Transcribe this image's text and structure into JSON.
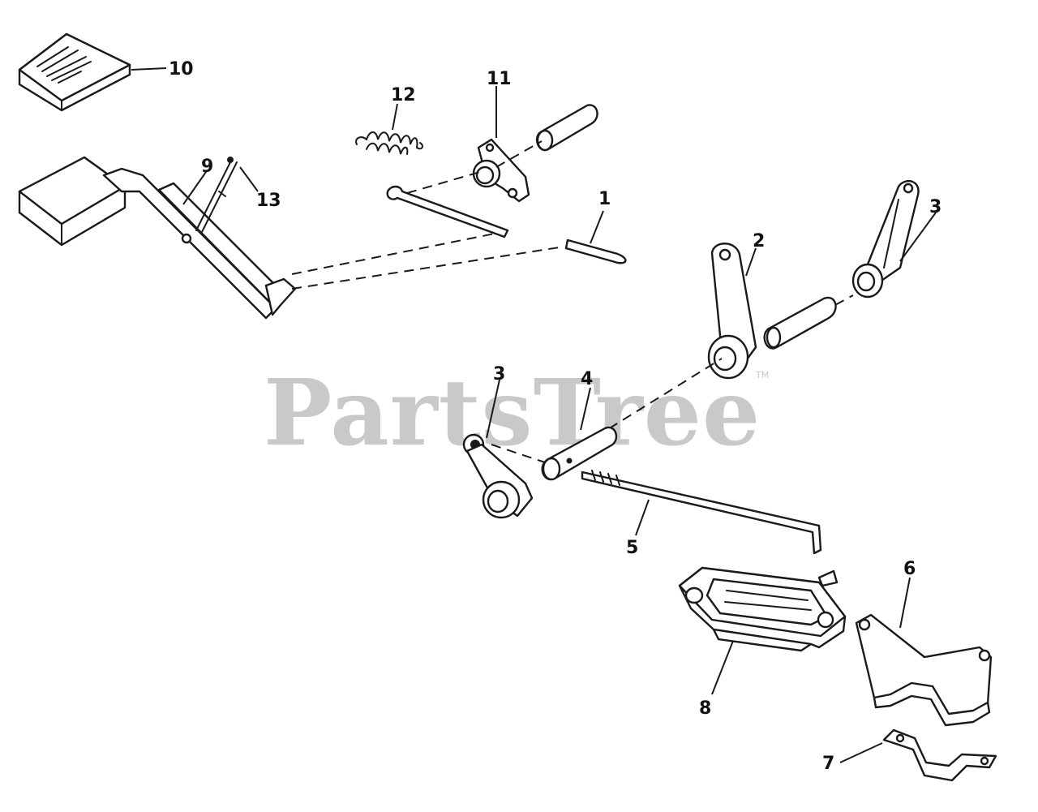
{
  "watermark": {
    "text": "PartsTree",
    "mark": "TM"
  },
  "callouts": {
    "c1": "1",
    "c2": "2",
    "c3a": "3",
    "c3b": "3",
    "c4": "4",
    "c5": "5",
    "c6": "6",
    "c7": "7",
    "c8": "8",
    "c9": "9",
    "c10": "10",
    "c11": "11",
    "c12": "12",
    "c13": "13"
  },
  "colors": {
    "ink": "#1a1a1a",
    "watermark": "#c9c9c9",
    "background": "#ffffff"
  }
}
